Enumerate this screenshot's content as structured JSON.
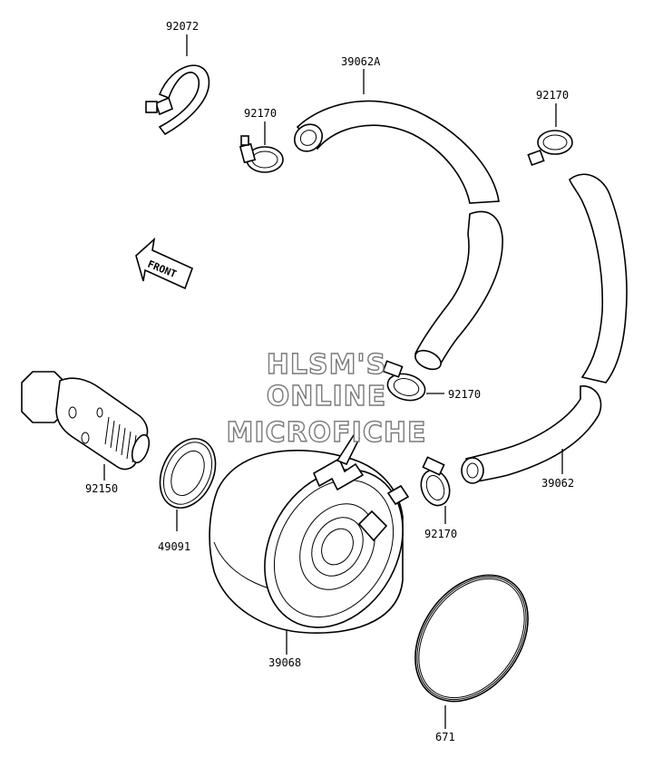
{
  "diagram": {
    "labels": {
      "band": "92072",
      "hose_upper": "39062A",
      "clamp_upper_left": "92170",
      "clamp_upper_right": "92170",
      "clamp_mid_right": "92170",
      "clamp_lower": "92170",
      "hose_lower": "39062",
      "bolt": "92150",
      "gasket": "49091",
      "cooler": "39068",
      "oring": "671"
    },
    "front_marker": "FRONT",
    "watermark": [
      "HLSM'S",
      "ONLINE",
      "MICROFICHE"
    ]
  }
}
